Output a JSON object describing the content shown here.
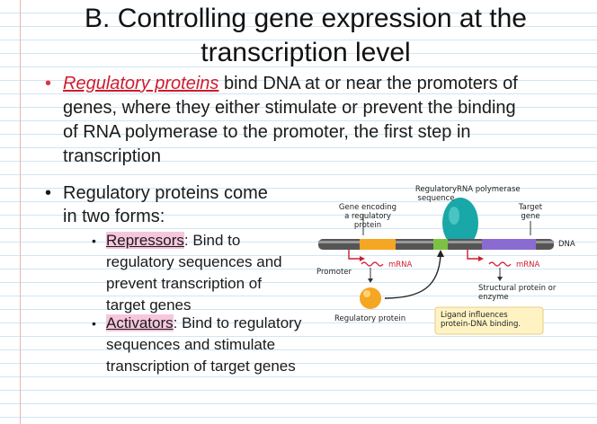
{
  "title": {
    "line1": "B. Controlling gene expression at the",
    "line2": "transcription level"
  },
  "bullet1": {
    "term": "Regulatory proteins",
    "text": " bind DNA at or near the promoters of genes, where they either stimulate or prevent the binding of RNA polymerase to the promoter, the first step in transcription"
  },
  "bullet2": {
    "text": "Regulatory proteins come in two forms:"
  },
  "sub1": {
    "term": "Repressors",
    "text": ": Bind to regulatory sequences and prevent transcription of target genes"
  },
  "sub2": {
    "term": "Activators",
    "text": ": Bind to regulatory sequences and stimulate transcription of target genes"
  },
  "diagram": {
    "regulatory_sequence": "Regulatory sequence",
    "rna_polymerase": "RNA polymerase",
    "gene_encoding": "Gene encoding a regulatory protein",
    "target_gene": "Target gene",
    "dna": "DNA",
    "mrna1": "mRNA",
    "mrna2": "mRNA",
    "promoter": "Promoter",
    "structural": "Structural protein or enzyme",
    "regulatory_protein": "Regulatory protein",
    "ligand": "Ligand influences protein-DNA binding."
  },
  "colors": {
    "accent_red": "#d01c2f",
    "highlight_pink": "#f6c6dc",
    "rna_pol_teal": "#1aa7a7",
    "orange_gene": "#f5a623",
    "green_site": "#7cc143",
    "purple_gene": "#8a6bd1",
    "callout_bg": "#fff3c4"
  }
}
